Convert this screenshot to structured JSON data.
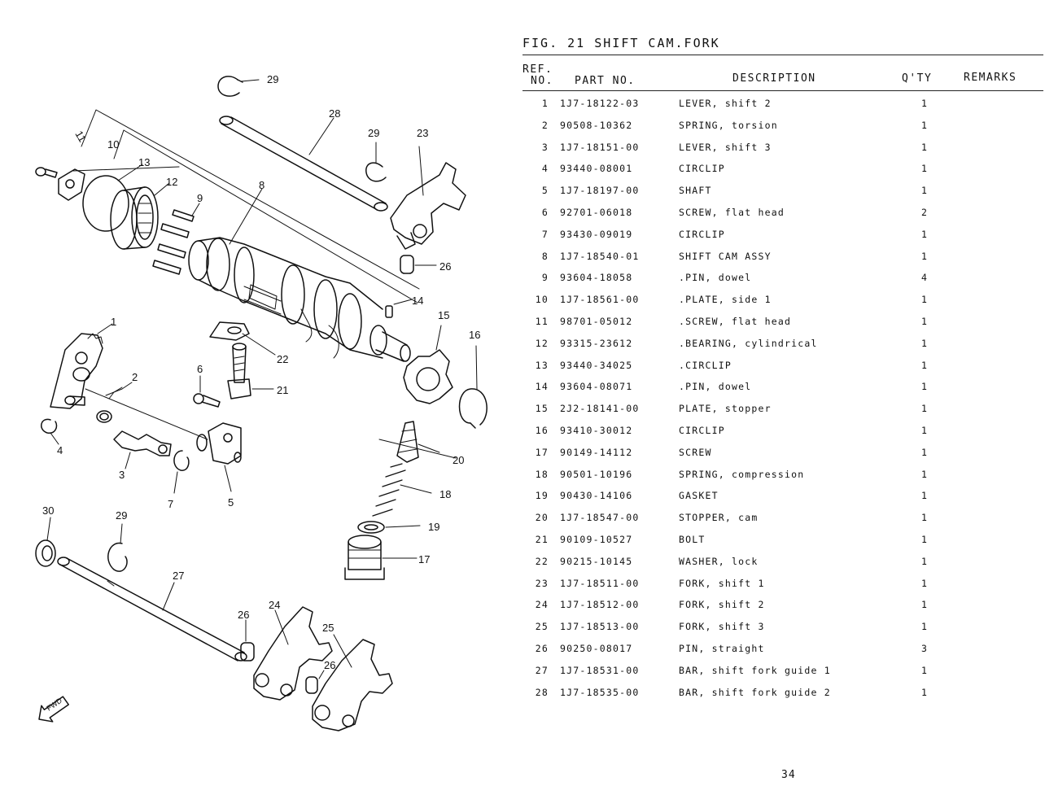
{
  "figure": {
    "title": "FIG. 21   SHIFT CAM.FORK"
  },
  "table": {
    "headers": {
      "ref_line1": "REF.",
      "ref_line2": "NO.",
      "part_no": "PART NO.",
      "description": "DESCRIPTION",
      "qty": "Q'TY",
      "remarks": "REMARKS"
    },
    "rows": [
      {
        "ref": "1",
        "part": "1J7-18122-03",
        "desc": "LEVER, shift 2",
        "qty": "1"
      },
      {
        "ref": "2",
        "part": "90508-10362",
        "desc": "SPRING, torsion",
        "qty": "1"
      },
      {
        "ref": "3",
        "part": "1J7-18151-00",
        "desc": "LEVER, shift 3",
        "qty": "1"
      },
      {
        "ref": "4",
        "part": "93440-08001",
        "desc": "CIRCLIP",
        "qty": "1"
      },
      {
        "ref": "5",
        "part": "1J7-18197-00",
        "desc": "SHAFT",
        "qty": "1"
      },
      {
        "ref": "6",
        "part": "92701-06018",
        "desc": "SCREW, flat head",
        "qty": "2"
      },
      {
        "ref": "7",
        "part": "93430-09019",
        "desc": "CIRCLIP",
        "qty": "1"
      },
      {
        "ref": "8",
        "part": "1J7-18540-01",
        "desc": "SHIFT CAM ASSY",
        "qty": "1"
      },
      {
        "ref": "9",
        "part": "93604-18058",
        "desc": ".PIN, dowel",
        "qty": "4"
      },
      {
        "ref": "10",
        "part": "1J7-18561-00",
        "desc": ".PLATE, side 1",
        "qty": "1"
      },
      {
        "ref": "11",
        "part": "98701-05012",
        "desc": ".SCREW, flat head",
        "qty": "1"
      },
      {
        "ref": "12",
        "part": "93315-23612",
        "desc": ".BEARING, cylindrical",
        "qty": "1"
      },
      {
        "ref": "13",
        "part": "93440-34025",
        "desc": ".CIRCLIP",
        "qty": "1"
      },
      {
        "ref": "14",
        "part": "93604-08071",
        "desc": ".PIN, dowel",
        "qty": "1"
      },
      {
        "ref": "15",
        "part": "2J2-18141-00",
        "desc": "PLATE, stopper",
        "qty": "1"
      },
      {
        "ref": "16",
        "part": "93410-30012",
        "desc": "CIRCLIP",
        "qty": "1"
      },
      {
        "ref": "17",
        "part": "90149-14112",
        "desc": "SCREW",
        "qty": "1"
      },
      {
        "ref": "18",
        "part": "90501-10196",
        "desc": "SPRING, compression",
        "qty": "1"
      },
      {
        "ref": "19",
        "part": "90430-14106",
        "desc": "GASKET",
        "qty": "1"
      },
      {
        "ref": "20",
        "part": "1J7-18547-00",
        "desc": "STOPPER, cam",
        "qty": "1"
      },
      {
        "ref": "21",
        "part": "90109-10527",
        "desc": "BOLT",
        "qty": "1"
      },
      {
        "ref": "22",
        "part": "90215-10145",
        "desc": "WASHER, lock",
        "qty": "1"
      },
      {
        "ref": "23",
        "part": "1J7-18511-00",
        "desc": "FORK, shift 1",
        "qty": "1"
      },
      {
        "ref": "24",
        "part": "1J7-18512-00",
        "desc": "FORK, shift 2",
        "qty": "1"
      },
      {
        "ref": "25",
        "part": "1J7-18513-00",
        "desc": "FORK, shift 3",
        "qty": "1"
      },
      {
        "ref": "26",
        "part": "90250-08017",
        "desc": "PIN, straight",
        "qty": "3"
      },
      {
        "ref": "27",
        "part": "1J7-18531-00",
        "desc": "BAR, shift fork guide 1",
        "qty": "1"
      },
      {
        "ref": "28",
        "part": "1J7-18535-00",
        "desc": "BAR, shift fork guide 2",
        "qty": "1"
      }
    ]
  },
  "diagram": {
    "fwd_label": "FWD",
    "callouts": {
      "c1": "1",
      "c2": "2",
      "c3": "3",
      "c4": "4",
      "c5": "5",
      "c6": "6",
      "c7": "7",
      "c8": "8",
      "c9": "9",
      "c10": "10",
      "c11": "11",
      "c12": "12",
      "c13": "13",
      "c14": "14",
      "c15": "15",
      "c16": "16",
      "c17": "17",
      "c18": "18",
      "c19": "19",
      "c20": "20",
      "c21": "21",
      "c22": "22",
      "c23": "23",
      "c24": "24",
      "c25": "25",
      "c26a": "26",
      "c26b": "26",
      "c26c": "26",
      "c27": "27",
      "c28": "28",
      "c29a": "29",
      "c29b": "29",
      "c29c": "29",
      "c30": "30"
    }
  },
  "page": {
    "number": "34"
  }
}
